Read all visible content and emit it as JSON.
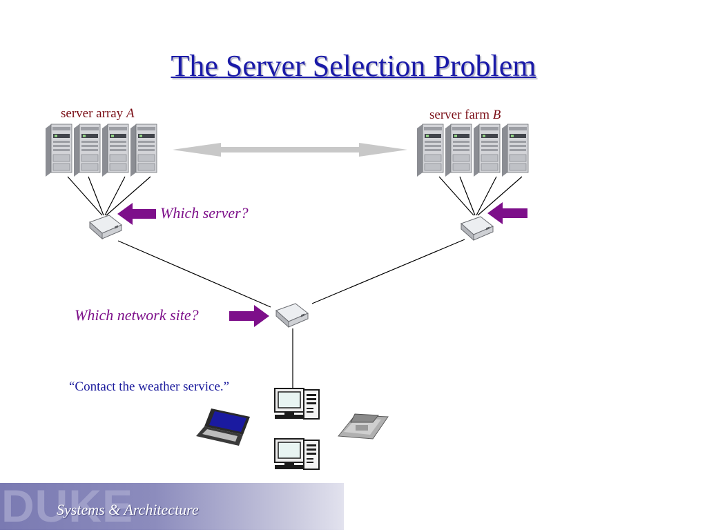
{
  "title": "The Server Selection Problem",
  "labels": {
    "server_array": "server array",
    "server_array_letter": "A",
    "server_farm": "server farm",
    "server_farm_letter": "B",
    "which_server": "Which server?",
    "which_network_site": "Which network site?",
    "contact": "“Contact the weather service.”"
  },
  "footer": {
    "logo": "DUKE",
    "text": "Systems & Architecture"
  },
  "colors": {
    "title": "#1a1aa8",
    "arrow_purple": "#7d0f8a",
    "label_dark_red": "#7a0e16",
    "label_blue": "#1a1a9c",
    "footer_band": "#8a8abc"
  }
}
